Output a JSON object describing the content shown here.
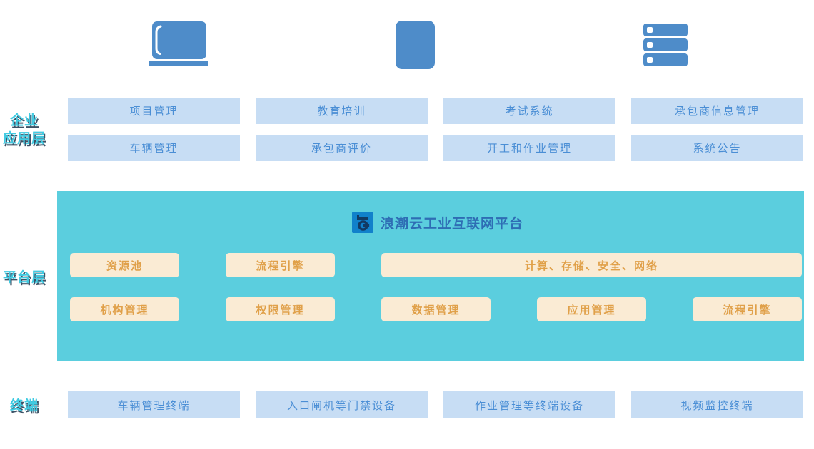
{
  "diagram": {
    "icons": {
      "left": "laptop",
      "middle": "tablet",
      "right": "server-stack"
    },
    "enterprise_layer": {
      "label_lines": [
        "企业",
        "应用层"
      ],
      "row1": [
        "项目管理",
        "教育培训",
        "考试系统",
        "承包商信息管理"
      ],
      "row2": [
        "车辆管理",
        "承包商评价",
        "开工和作业管理",
        "系统公告"
      ]
    },
    "platform_layer": {
      "label": "平台层",
      "platform_title": "浪潮云工业互联网平台",
      "row1": [
        "资源池",
        "流程引擎",
        "计算、存储、安全、网络"
      ],
      "row2": [
        "机构管理",
        "权限管理",
        "数据管理",
        "应用管理",
        "流程引擎"
      ]
    },
    "terminal_layer": {
      "label": "终端",
      "boxes": [
        "车辆管理终端",
        "入口闸机等门禁设备",
        "作业管理等终端设备",
        "视频监控终端"
      ]
    },
    "colors": {
      "icon_blue": "#4E8CC9",
      "app_box_bg": "#C7DDF4",
      "app_box_text": "#4A8ED5",
      "panel_bg": "#5BCEDE",
      "platform_box_bg": "#FAEBD4",
      "platform_box_text": "#E0A049",
      "layer_label": "#41CBE2",
      "title_text": "#2E6DB4",
      "logo_bg": "#1181CB"
    }
  }
}
